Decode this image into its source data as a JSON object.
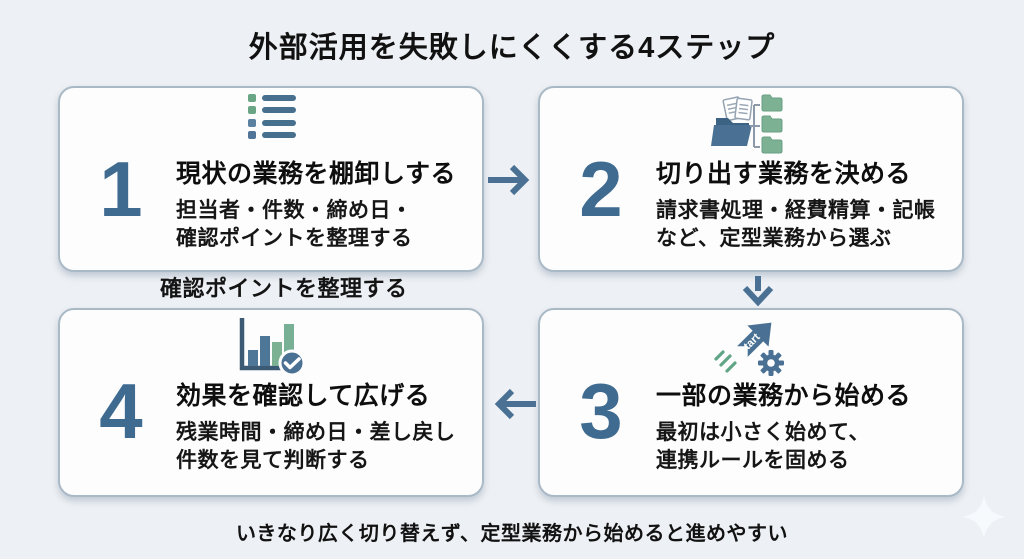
{
  "page": {
    "title": "外部活用を失敗しにくくする4ステップ",
    "overflow_text": "確認ポイントを整理する",
    "footer_note": "いきなり広く切り替えず、定型業務から始めると進めやすい"
  },
  "steps": [
    {
      "number": "1",
      "icon": "checklist-icon",
      "title": "現状の業務を棚卸しする",
      "description": "担当者・件数・締め日・\n確認ポイントを整理する"
    },
    {
      "number": "2",
      "icon": "folder-branch-icon",
      "title": "切り出す業務を決める",
      "description": "請求書処理・経費精算・記帳\nなど、定型業務から選ぶ"
    },
    {
      "number": "3",
      "icon": "rocket-start-icon",
      "icon_label": "start",
      "title": "一部の業務から始める",
      "description": "最初は小さく始めて、\n連携ルールを固める"
    },
    {
      "number": "4",
      "icon": "bar-chart-check-icon",
      "title": "効果を確認して広げる",
      "description": "残業時間・締め日・差し戻し\n件数を見て判断する"
    }
  ],
  "flow": {
    "arrow_1_to_2": "right",
    "arrow_2_to_3": "down",
    "arrow_3_to_4": "left"
  },
  "colors": {
    "background": "#edf0f4",
    "card_background": "#fdfdfe",
    "card_border": "#a9bac6",
    "step_number": "#3e6b8f",
    "arrow": "#4a7193",
    "accent_green": "#7cb193",
    "text": "#121212"
  }
}
